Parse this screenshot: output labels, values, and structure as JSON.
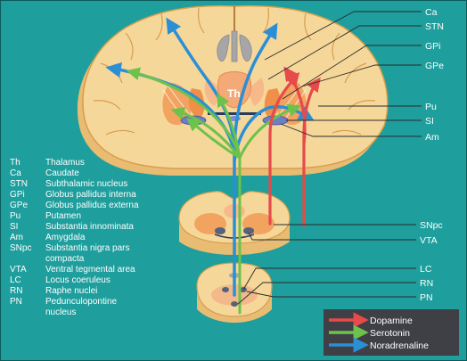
{
  "colors": {
    "background": "#1e9e9c",
    "tissue": "#f6d79a",
    "tissue_edge": "#d79d4e",
    "nucleus": "#f2a360",
    "dopamine": "#e64a4a",
    "serotonin": "#6cc24a",
    "noradrenaline": "#2a8fd4",
    "ventricle": "#a6a6a6",
    "legend_box": "#3f3f46"
  },
  "labels": {
    "ca": "Ca",
    "stn": "STN",
    "gpi": "GPi",
    "gpe": "GPe",
    "pu": "Pu",
    "si": "SI",
    "am": "Am",
    "snpc": "SNpc",
    "vta": "VTA",
    "lc": "LC",
    "rn": "RN",
    "pn": "PN",
    "th_center": "Th"
  },
  "abbreviations": [
    {
      "abbr": "Th",
      "name": "Thalamus"
    },
    {
      "abbr": "Ca",
      "name": "Caudate"
    },
    {
      "abbr": "STN",
      "name": "Subthalamic nucleus"
    },
    {
      "abbr": "GPi",
      "name": "Globus pallidus interna"
    },
    {
      "abbr": "GPe",
      "name": "Globus pallidus externa"
    },
    {
      "abbr": "Pu",
      "name": "Putamen"
    },
    {
      "abbr": "SI",
      "name": "Substantia innominata"
    },
    {
      "abbr": "Am",
      "name": "Amygdala"
    },
    {
      "abbr": "SNpc",
      "name": "Substantia nigra pars"
    },
    {
      "abbr": "",
      "name": "compacta"
    },
    {
      "abbr": "VTA",
      "name": "Ventral tegmental area"
    },
    {
      "abbr": "LC",
      "name": "Locus coeruleus"
    },
    {
      "abbr": "RN",
      "name": "Raphe nuclei"
    },
    {
      "abbr": "PN",
      "name": "Pedunculopontine"
    },
    {
      "abbr": "",
      "name": "nucleus"
    }
  ],
  "legend": [
    {
      "label": "Dopamine",
      "color": "#e64a4a"
    },
    {
      "label": "Serotonin",
      "color": "#6cc24a"
    },
    {
      "label": "Noradrenaline",
      "color": "#2a8fd4"
    }
  ]
}
